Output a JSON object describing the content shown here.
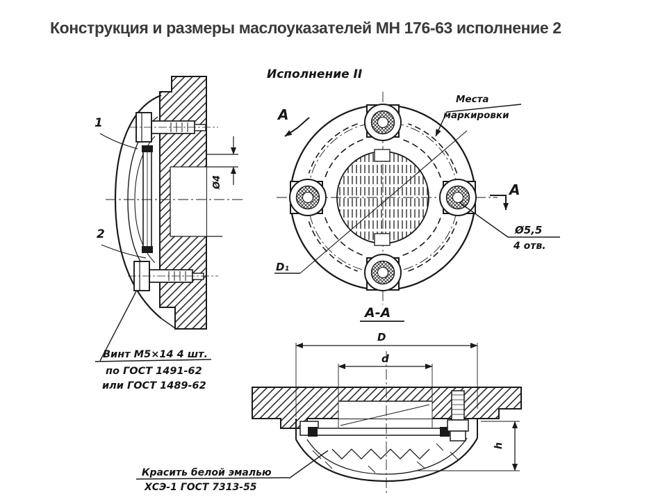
{
  "page": {
    "title": "Конструкция и размеры маслоуказателей МН 176-63 исполнение 2"
  },
  "colors": {
    "ink": "#1a1a1a",
    "title": "#3a3a3a",
    "background": "#ffffff"
  },
  "front_view": {
    "variant_label": "Исполнение II",
    "view_arrow": "A",
    "section_arrow": "A",
    "marking_note": [
      "Места",
      "маркировки"
    ],
    "holes_dim": [
      "Ø5,5",
      "4 отв."
    ],
    "bolt_circle_dim": "D₁"
  },
  "side_view": {
    "item1": "1",
    "item2": "2",
    "glass_dim": "Ø4",
    "screw_note": [
      "Винт М5×14 4 шт.",
      "по ГОСТ 1491-62",
      "или ГОСТ 1489-62"
    ]
  },
  "section_view": {
    "label": "A-A",
    "dim_outer": "D",
    "dim_inner": "d",
    "dim_height": "h",
    "paint_note": [
      "Красить белой эмалью",
      "ХСЭ-1 ГОСТ 7313-55"
    ]
  }
}
